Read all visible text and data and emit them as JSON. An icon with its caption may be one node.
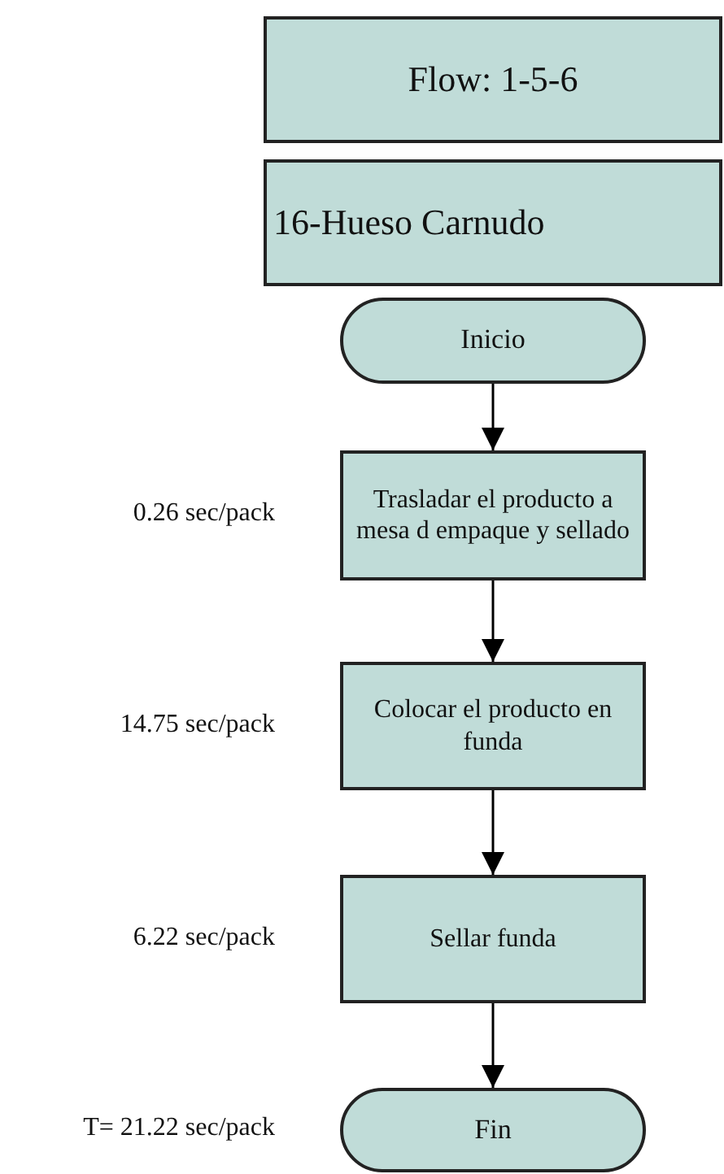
{
  "diagram": {
    "nodes": [
      {
        "text": [
          "Flow: 1-5-6"
        ]
      },
      {
        "text": [
          "16-Hueso Carnudo"
        ]
      },
      {
        "text": [
          "Inicio"
        ]
      },
      {
        "text": [
          "Trasladar el producto a mesa d empaque y sellado"
        ],
        "beside": [
          "0.26 sec/pack"
        ]
      },
      {
        "text": [
          "Colocar el producto en funda"
        ],
        "beside": [
          "14.75 sec/pack"
        ]
      },
      {
        "text": [
          "Sellar funda"
        ],
        "beside": [
          "6.22 sec/pack"
        ]
      },
      {
        "text": [
          "Fin"
        ],
        "beside": [
          "T= 21.22 sec/pack"
        ]
      }
    ],
    "edges": [
      {
        "from": 2,
        "to": 3,
        "arrow": "to"
      },
      {
        "from": 3,
        "to": 4,
        "arrow": "to"
      },
      {
        "from": 4,
        "to": 5,
        "arrow": "to"
      },
      {
        "from": 5,
        "to": 6,
        "arrow": "to"
      }
    ]
  }
}
